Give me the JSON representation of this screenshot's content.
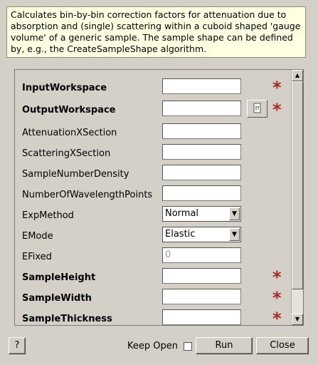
{
  "description": "Calculates bin-by-bin correction factors for attenuation due to absorption and (single) scattering within a cuboid shaped 'gauge volume' of a generic sample. The sample shape can be defined by, e.g., the CreateSampleShape algorithm.",
  "properties": [
    {
      "label": "InputWorkspace",
      "value": ""
    },
    {
      "label": "OutputWorkspace",
      "value": ""
    },
    {
      "label": "AttenuationXSection",
      "value": ""
    },
    {
      "label": "ScatteringXSection",
      "value": ""
    },
    {
      "label": "SampleNumberDensity",
      "value": ""
    },
    {
      "label": "NumberOfWavelengthPoints",
      "value": ""
    },
    {
      "label": "ExpMethod",
      "value": "Normal"
    },
    {
      "label": "EMode",
      "value": "Elastic"
    },
    {
      "label": "EFixed",
      "placeholder": "0"
    },
    {
      "label": "SampleHeight",
      "value": ""
    },
    {
      "label": "SampleWidth",
      "value": ""
    },
    {
      "label": "SampleThickness",
      "value": ""
    }
  ],
  "required_marker": "*",
  "icons": {
    "browse": "workspace-browse-icon",
    "scroll_up": "scroll-up-arrow",
    "scroll_down": "scroll-down-arrow"
  },
  "buttons": {
    "help": "?",
    "keep_open": "Keep Open",
    "run": "Run",
    "close": "Close"
  },
  "scroll": {
    "visible_fraction": 0.85
  },
  "colors": {
    "background": "#d4d0c8",
    "description_bg": "#ffffe1",
    "required_star": "#a52a2a"
  }
}
